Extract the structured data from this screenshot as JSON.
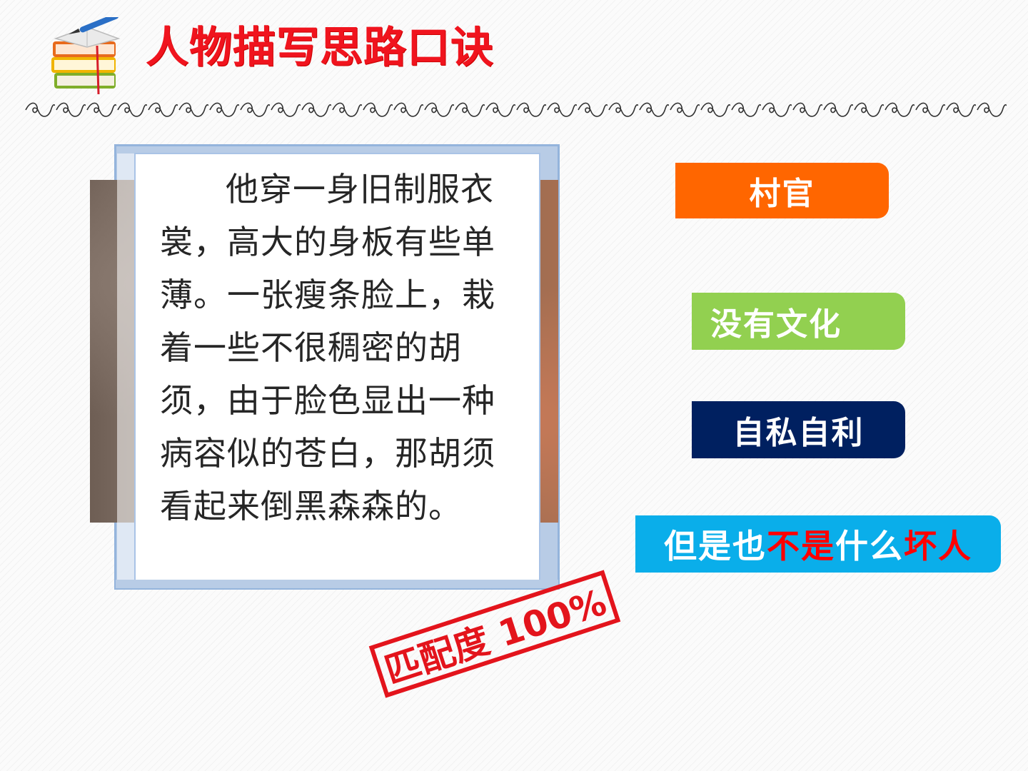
{
  "header": {
    "title": "人物描写思路口诀",
    "icon": "books-pen-icon"
  },
  "passage": {
    "text": "他穿一身旧制服衣裳，高大的身板有些单薄。一张瘦条脸上，栽着一些不很稠密的胡须，由于脸色显出一种病容似的苍白，那胡须看起来倒黑森森的。"
  },
  "tags": {
    "cunguan": "村官",
    "wenhua": "没有文化",
    "zisi": "自私自利",
    "huairen": {
      "p1": "但是也",
      "p2": "不是",
      "p3": "什么",
      "p4": "坏人"
    }
  },
  "stamp": {
    "text": "匹配度 100%"
  },
  "colors": {
    "title": "#f0141e",
    "orange": "#ff6600",
    "green": "#92d050",
    "navy": "#002060",
    "cyan": "#0aaeea",
    "highlight_red": "#ff0000",
    "frame_blue": "#b8cce6"
  }
}
